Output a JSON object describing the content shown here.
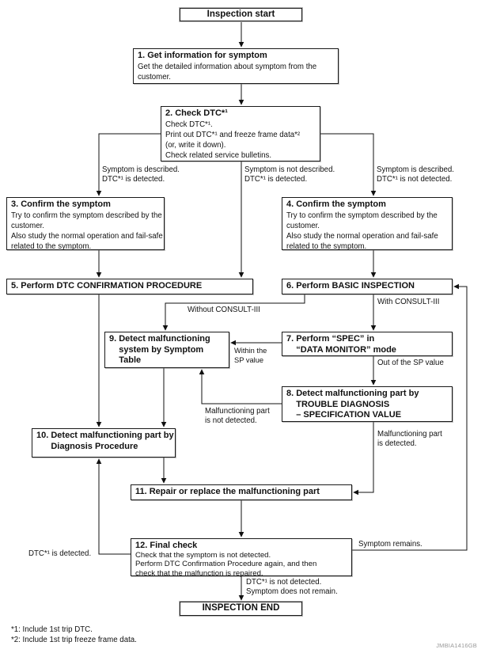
{
  "terminals": {
    "start": "Inspection start",
    "end": "INSPECTION END"
  },
  "boxes": {
    "b1": {
      "title": "1. Get information for symptom",
      "body": "Get the detailed information about symptom from the\ncustomer."
    },
    "b2": {
      "title": "2. Check DTC*¹",
      "body": "Check DTC*¹.\nPrint out DTC*¹ and freeze frame data*²\n(or, write it down).\nCheck related service bulletins."
    },
    "b3": {
      "title": "3. Confirm the symptom",
      "body": "Try to confirm the symptom described by the\ncustomer.\nAlso study the normal operation and fail-safe\nrelated to the symptom."
    },
    "b4": {
      "title": "4. Confirm the symptom",
      "body": "Try to confirm the symptom described by the\ncustomer.\nAlso study the normal operation and fail-safe\nrelated to the symptom."
    },
    "b5": {
      "title": "5. Perform DTC CONFIRMATION PROCEDURE"
    },
    "b6": {
      "title": "6. Perform BASIC INSPECTION"
    },
    "b7": {
      "title": "7. Perform “SPEC” in\n    “DATA MONITOR” mode"
    },
    "b8": {
      "title": "8. Detect malfunctioning part by\n    TROUBLE DIAGNOSIS\n    – SPECIFICATION VALUE"
    },
    "b9": {
      "title": "9. Detect malfunctioning\n    system by Symptom\n    Table"
    },
    "b10": {
      "title": "10. Detect malfunctioning part by\n      Diagnosis Procedure"
    },
    "b11": {
      "title": "11. Repair or replace the malfunctioning part"
    },
    "b12": {
      "title": "12. Final check",
      "body": "Check that the symptom is not detected.\nPerform DTC Confirmation Procedure again, and then\ncheck that the malfunction is repaired."
    }
  },
  "edge_labels": {
    "branch_left": "Symptom is described.\nDTC*¹ is detected.",
    "branch_mid": "Symptom is not described.\nDTC*¹ is detected.",
    "branch_right": "Symptom is described.\nDTC*¹ is not detected.",
    "without_consult": "Without CONSULT-III",
    "with_consult": "With CONSULT-III",
    "within_sp": "Within the\nSP value",
    "out_of_sp": "Out of the SP value",
    "part_not_detected": "Malfunctioning part\nis not detected.",
    "part_detected": "Malfunctioning part\nis detected.",
    "dtc_detected": "DTC*¹ is detected.",
    "symptom_remains": "Symptom remains.",
    "end_condition": "DTC*¹ is not detected.\nSymptom does not remain."
  },
  "footnotes": {
    "f1": "*1: Include 1st trip DTC.",
    "f2": "*2: Include 1st trip freeze frame data."
  },
  "figure_code": "JMBIA1416GB"
}
